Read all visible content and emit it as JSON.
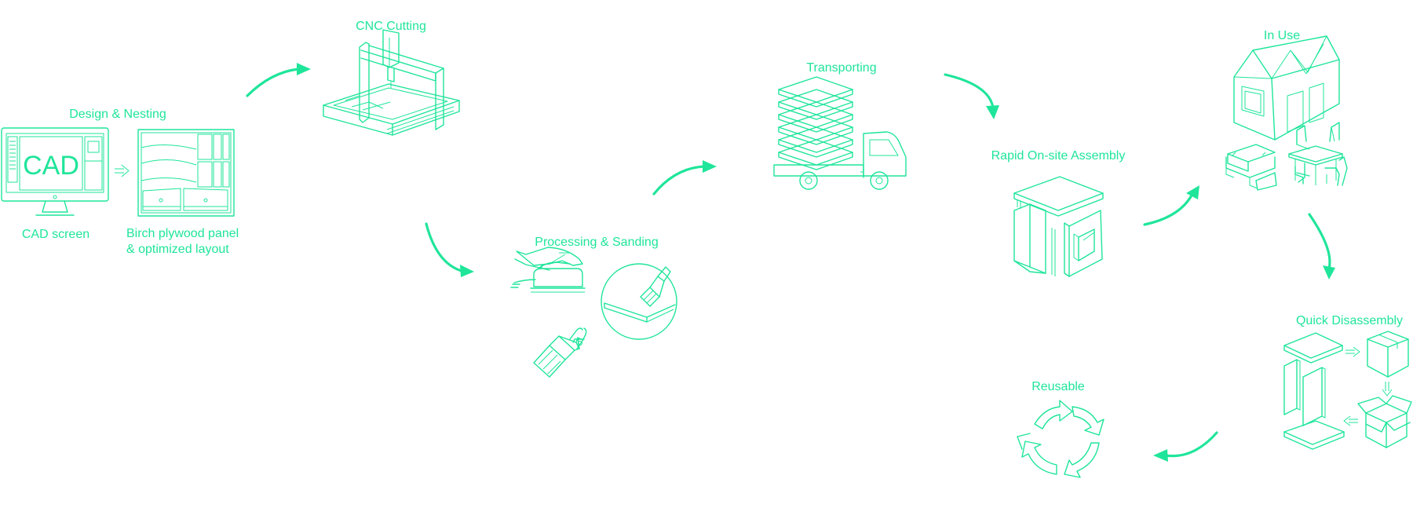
{
  "diagram": {
    "accent_color": "#1fe59a",
    "background": "#ffffff",
    "steps": {
      "design": "Design & Nesting",
      "cad_screen": "CAD screen",
      "cad_text": "CAD",
      "plywood_line1": "Birch plywood panel",
      "plywood_line2": "& optimized layout",
      "cnc": "CNC Cutting",
      "processing": "Processing & Sanding",
      "transporting": "Transporting",
      "assembly": "Rapid On-site Assembly",
      "in_use": "In Use",
      "disassembly": "Quick Disassembly",
      "reusable": "Reusable"
    },
    "icons": [
      "cad-monitor-icon",
      "plywood-layout-icon",
      "cnc-machine-icon",
      "sander-hand-icon",
      "panel-brush-detail-icon",
      "paint-brush-icon",
      "truck-icon",
      "panel-stack-icon",
      "module-assembly-icon",
      "house-icon",
      "sofa-icon",
      "table-chairs-icon",
      "flat-panels-icon",
      "box-icon",
      "recycle-icon"
    ]
  }
}
